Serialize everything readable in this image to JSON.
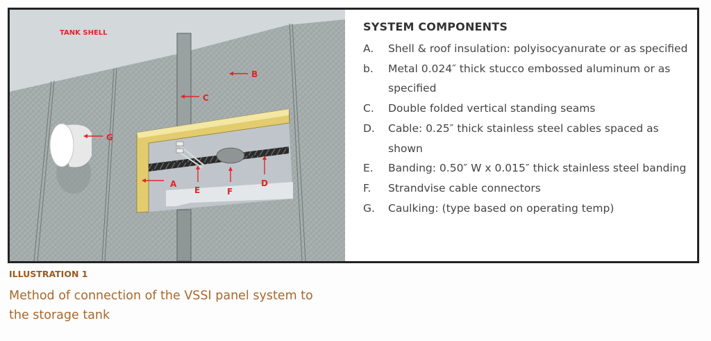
{
  "illustration": {
    "labels": {
      "tank_shell": "TANK SHELL",
      "a": "A",
      "b": "B",
      "c": "C",
      "d": "D",
      "e": "E",
      "f": "F",
      "g": "G"
    },
    "colors": {
      "label_red": "#e0262a",
      "insulation_yellow": "#e8d27a",
      "panel_gray": "#9fa7a6",
      "shell_gray": "#cfd5d8",
      "frame": "#222222"
    }
  },
  "components": {
    "title": "SYSTEM COMPONENTS",
    "items": [
      {
        "letter": "A.",
        "text": "Shell & roof insulation: polyisocyanurate or as specified"
      },
      {
        "letter": "b.",
        "text": "Metal 0.024″ thick stucco embossed aluminum or as specified"
      },
      {
        "letter": "C.",
        "text": "Double folded vertical standing seams"
      },
      {
        "letter": "D.",
        "text": "Cable: 0.25″ thick stainless steel cables spaced as shown"
      },
      {
        "letter": "E.",
        "text": "Banding: 0.50″ W x 0.015″ thick stainless steel banding"
      },
      {
        "letter": "F.",
        "text": "Strandvise cable connectors"
      },
      {
        "letter": "G.",
        "text": "Caulking: (type based on operating temp)"
      }
    ]
  },
  "caption": {
    "label": "ILLUSTRATION 1",
    "text": "Method of connection of the VSSI panel system to the storage tank"
  }
}
